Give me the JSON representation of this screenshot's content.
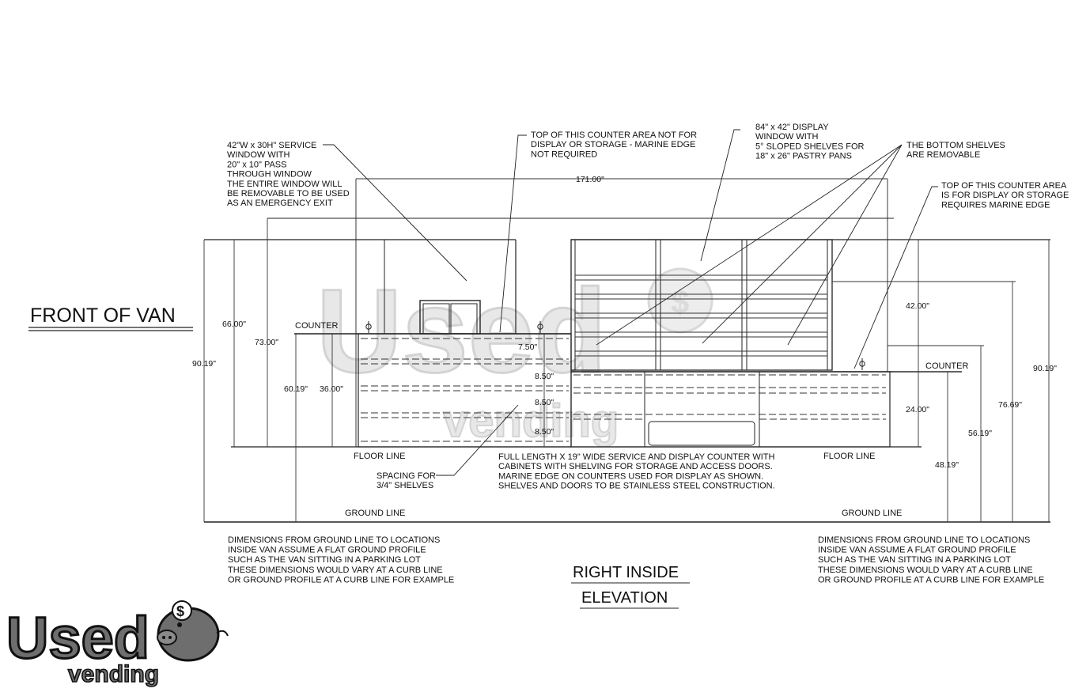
{
  "title": {
    "line1": "RIGHT INSIDE",
    "line2": "ELEVATION"
  },
  "front_label": "FRONT OF VAN",
  "notes": {
    "service_window": [
      "42\"W x 30H\" SERVICE",
      "WINDOW WITH",
      "20\" x 10\" PASS",
      "THROUGH WINDOW",
      "THE ENTIRE WINDOW WILL",
      "BE REMOVABLE TO BE USED",
      "AS AN EMERGENCY EXIT"
    ],
    "counter_top_left": [
      "TOP OF THIS COUNTER AREA NOT FOR",
      "DISPLAY OR STORAGE - MARINE EDGE",
      "NOT REQUIRED"
    ],
    "display_window": [
      "84\" x 42\" DISPLAY",
      "WINDOW WITH",
      "5° SLOPED SHELVES FOR",
      "18\" x 26\" PASTRY PANS"
    ],
    "bottom_shelves": [
      "THE BOTTOM SHELVES",
      "ARE REMOVABLE"
    ],
    "counter_top_right": [
      "TOP OF THIS COUNTER AREA",
      "IS FOR DISPLAY OR STORAGE",
      "REQUIRES MARINE EDGE"
    ],
    "service_counter": [
      "FULL LENGTH X 19\" WIDE SERVICE AND DISPLAY COUNTER WITH",
      "CABINETS WITH SHELVING FOR STORAGE AND ACCESS DOORS.",
      "MARINE EDGE ON COUNTERS USED FOR DISPLAY AS SHOWN.",
      "SHELVES AND DOORS TO BE STAINLESS STEEL CONSTRUCTION."
    ],
    "spacing": [
      "SPACING FOR",
      "3/4\" SHELVES"
    ],
    "ground_left": [
      "DIMENSIONS FROM GROUND LINE TO LOCATIONS",
      "INSIDE VAN ASSUME A FLAT GROUND PROFILE",
      "SUCH AS THE VAN SITTING IN A PARKING LOT",
      "THESE DIMENSIONS WOULD VARY AT A CURB LINE",
      "OR GROUND PROFILE AT A CURB LINE FOR EXAMPLE"
    ],
    "ground_right": [
      "DIMENSIONS FROM GROUND LINE TO LOCATIONS",
      "INSIDE VAN ASSUME A FLAT GROUND PROFILE",
      "SUCH AS THE VAN SITTING IN A PARKING LOT",
      "THESE DIMENSIONS WOULD VARY AT A CURB LINE",
      "OR GROUND PROFILE AT A CURB LINE FOR EXAMPLE"
    ]
  },
  "labels": {
    "counter_left": "COUNTER",
    "counter_right": "COUNTER",
    "floor_left": "FLOOR LINE",
    "floor_right": "FLOOR LINE",
    "ground_left": "GROUND LINE",
    "ground_right": "GROUND LINE"
  },
  "dimensions": {
    "overall_length": "171.00\"",
    "left_total": "90.19\"",
    "left_66": "66.00\"",
    "left_73": "73.00\"",
    "left_60": "60.19\"",
    "left_36": "36.00\"",
    "shelf_7_50": "7.50\"",
    "shelf_8_50_a": "8.50\"",
    "shelf_8_50_b": "8.50\"",
    "shelf_8_50_c": "8.50\"",
    "right_42": "42.00\"",
    "right_24": "24.00\"",
    "right_56": "56.19\"",
    "right_48": "48.19\"",
    "right_76": "76.69\"",
    "right_total": "90.19\""
  },
  "watermark": {
    "word1": "Used",
    "word2": "vending",
    "symbol": "$"
  },
  "logo": {
    "word1": "Used",
    "word2": "vending",
    "symbol": "$"
  },
  "colors": {
    "ink": "#222222",
    "watermark": "#dcdcdc",
    "logo_fill": "#6e6e6e",
    "logo_outline": "#111111"
  }
}
